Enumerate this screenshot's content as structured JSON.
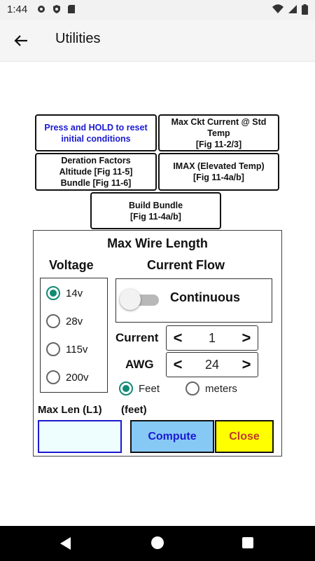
{
  "status_bar": {
    "time": "1:44",
    "icons_left": [
      "gear-icon",
      "shield-icon",
      "sd-card-icon"
    ],
    "icons_right": [
      "wifi-icon",
      "cell-signal-icon",
      "battery-icon"
    ]
  },
  "app_bar": {
    "title": "Utilities",
    "back_icon": "arrow-left-icon"
  },
  "buttons": {
    "reset": "Press and HOLD to reset\ninitial conditions",
    "max_ckt": "Max Ckt Current @ Std\nTemp\n[Fig 11-2/3]",
    "deration": "Deration Factors\nAltitude [Fig 11-5]\nBundle   [Fig 11-6]",
    "imax": "IMAX (Elevated Temp)\n[Fig 11-4a/b]",
    "build_bundle": "Build Bundle\n[Fig 11-4a/b]"
  },
  "panel": {
    "title": "Max Wire Length",
    "voltage_label": "Voltage",
    "current_flow_label": "Current Flow",
    "voltages": [
      {
        "label": "14v",
        "selected": true
      },
      {
        "label": "28v",
        "selected": false
      },
      {
        "label": "115v",
        "selected": false
      },
      {
        "label": "200v",
        "selected": false
      }
    ],
    "continuous_label": "Continuous",
    "continuous_on": false,
    "current_label": "Current",
    "current_value": "1",
    "awg_label": "AWG",
    "awg_value": "24",
    "units": [
      {
        "label": "Feet",
        "selected": true
      },
      {
        "label": "meters",
        "selected": false
      }
    ],
    "max_len_label": "Max Len (L1)",
    "feet_label": "(feet)",
    "max_len_value": "",
    "compute_label": "Compute",
    "close_label": "Close",
    "stepper_left_glyph": "<",
    "stepper_right_glyph": ">"
  },
  "colors": {
    "accent": "#128a73",
    "compute_bg": "#87c9f5",
    "close_bg": "#ffff00",
    "link_blue": "#1a1ad0",
    "close_text": "#c0392b"
  }
}
